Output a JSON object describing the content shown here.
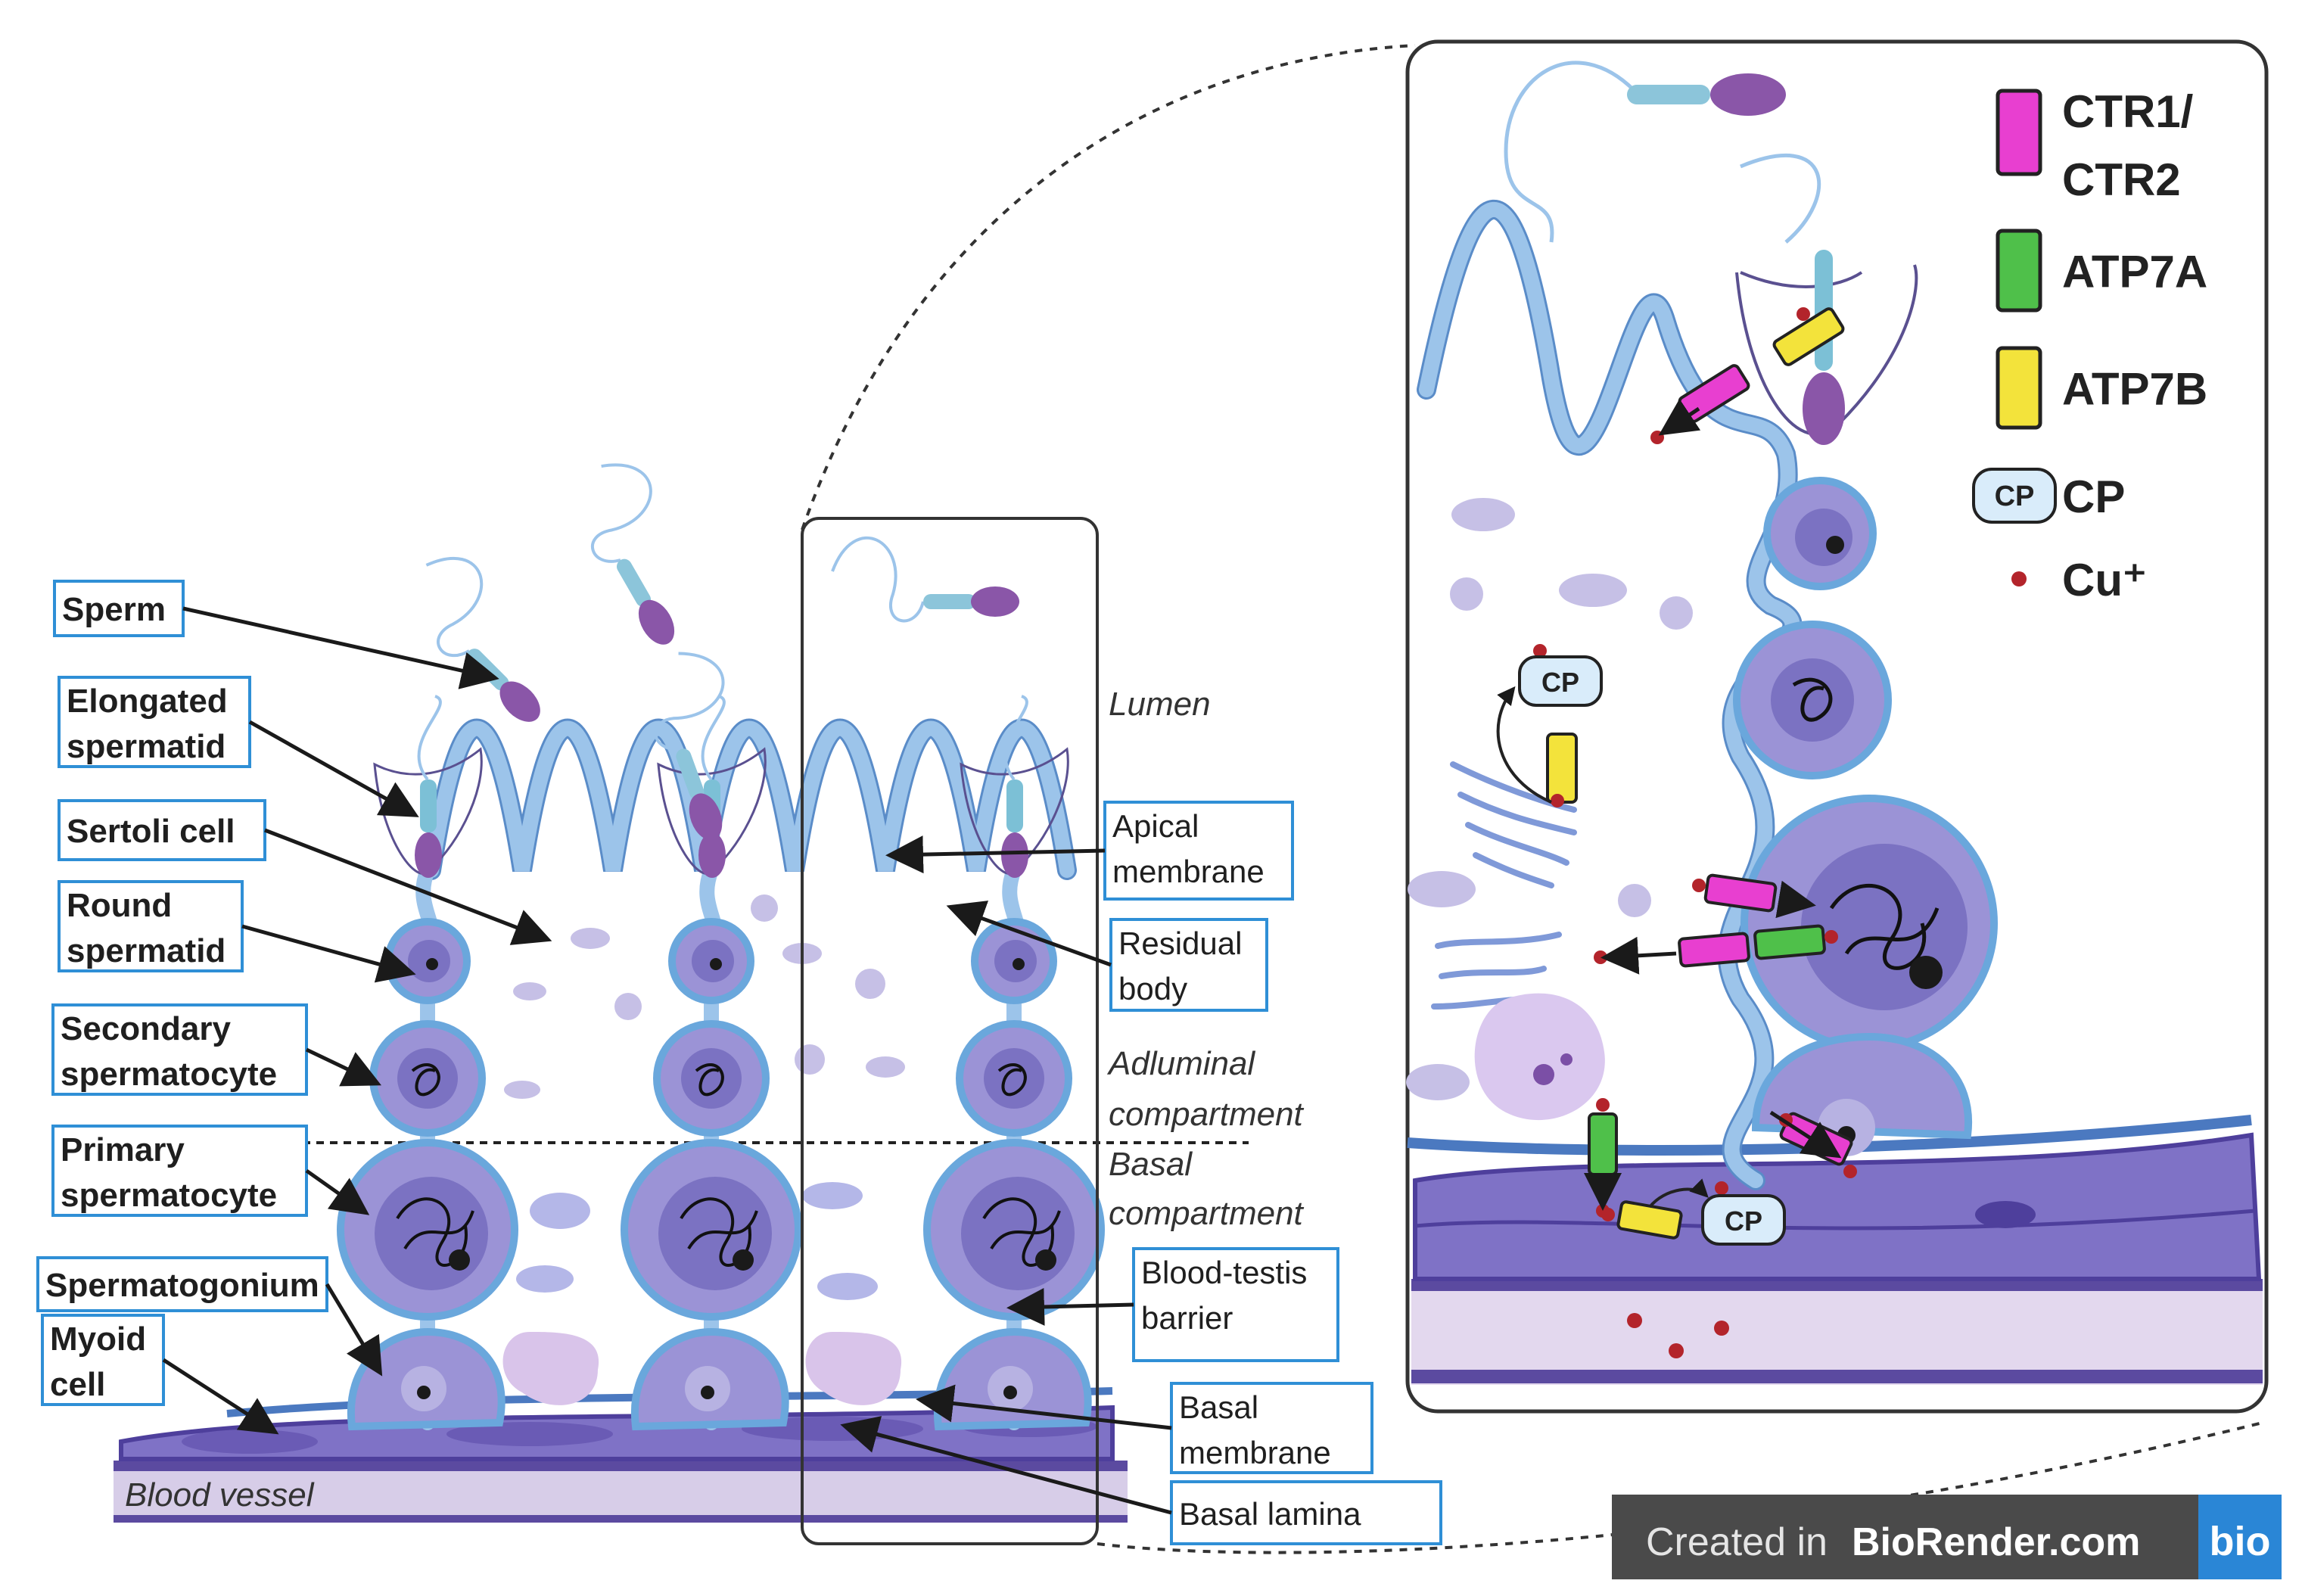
{
  "labels_left": [
    {
      "key": "sperm",
      "lines": [
        "Sperm"
      ]
    },
    {
      "key": "elongated",
      "lines": [
        "Elongated",
        "spermatid"
      ]
    },
    {
      "key": "sertoli",
      "lines": [
        "Sertoli cell"
      ]
    },
    {
      "key": "round",
      "lines": [
        "Round",
        "spermatid"
      ]
    },
    {
      "key": "secondary",
      "lines": [
        "Secondary",
        "spermatocyte"
      ]
    },
    {
      "key": "primary",
      "lines": [
        "Primary",
        "spermatocyte"
      ]
    },
    {
      "key": "spermatogonium",
      "lines": [
        "Spermatogonium"
      ]
    },
    {
      "key": "myoid",
      "lines": [
        "Myoid",
        "cell"
      ]
    }
  ],
  "labels_right": [
    {
      "key": "apical",
      "lines": [
        "Apical",
        "membrane"
      ]
    },
    {
      "key": "residual",
      "lines": [
        "Residual",
        "body"
      ]
    },
    {
      "key": "btb",
      "lines": [
        "Blood-testis",
        "barrier"
      ]
    },
    {
      "key": "basal_membrane",
      "lines": [
        "Basal",
        "membrane"
      ]
    },
    {
      "key": "basal_lamina",
      "lines": [
        "Basal lamina"
      ]
    }
  ],
  "italic_labels": {
    "lumen": "Lumen",
    "adluminal_1": "Adluminal",
    "adluminal_2": "compartment",
    "basal_1": "Basal",
    "basal_2": "compartment",
    "blood_vessel": "Blood vessel"
  },
  "legend": {
    "items": [
      {
        "key": "ctr",
        "lines": [
          "CTR1/",
          "CTR2"
        ],
        "color": "#e83fd0"
      },
      {
        "key": "atp7a",
        "lines": [
          "ATP7A"
        ],
        "color": "#4fc04a"
      },
      {
        "key": "atp7b",
        "lines": [
          "ATP7B"
        ],
        "color": "#f3e33b"
      },
      {
        "key": "cp",
        "lines": [
          "CP"
        ],
        "badge": "CP"
      },
      {
        "key": "cu",
        "lines": [
          "Cu⁺"
        ],
        "color": "#b3242b"
      }
    ]
  },
  "inset_cp_labels": [
    "CP",
    "CP"
  ],
  "footer": {
    "prefix": "Created in ",
    "brand": "BioRender.com",
    "logo": "bio"
  },
  "colors": {
    "label_border": "#2f8fd6",
    "cell_fill": "#9b93d6",
    "membrane": "#9cc4ea",
    "ctr": "#e83fd0",
    "atp7a": "#4fc04a",
    "atp7b": "#f3e33b",
    "copper": "#b3242b",
    "footer_bg": "#4a4a4a",
    "logo_bg": "#2a86d6"
  }
}
